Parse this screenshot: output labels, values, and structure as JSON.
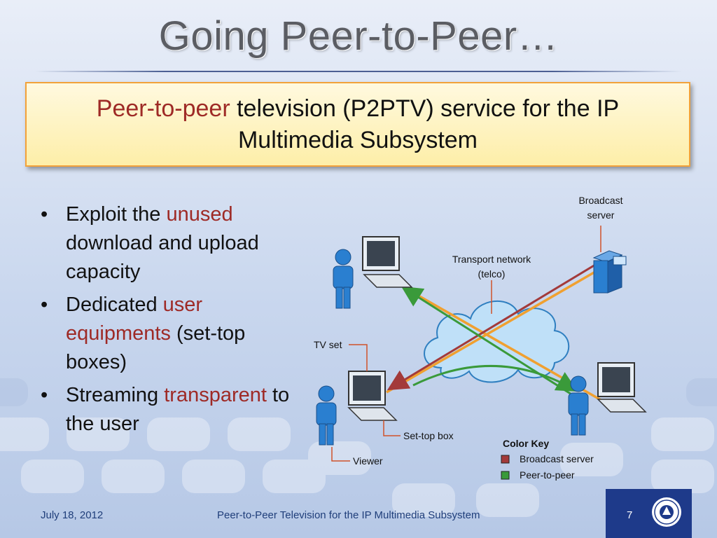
{
  "slide": {
    "title": "Going Peer-to-Peer…",
    "callout": {
      "highlight": "Peer-to-peer",
      "rest": " television (P2PTV) service for the IP Multimedia Subsystem"
    },
    "bullets": [
      {
        "pre": "Exploit the ",
        "hl": "unused",
        "post": " download and upload capacity"
      },
      {
        "pre": "Dedicated ",
        "hl": "user equipments",
        "post": " (set-top boxes)"
      },
      {
        "pre": "Streaming ",
        "hl": "transparent",
        "post": " to the user"
      }
    ]
  },
  "diagram": {
    "labels": {
      "broadcast_server_1": "Broadcast",
      "broadcast_server_2": "server",
      "transport_1": "Transport network",
      "transport_2": "(telco)",
      "tv_set": "TV set",
      "set_top_box": "Set-top box",
      "viewer": "Viewer"
    },
    "color_key": {
      "title": "Color Key",
      "items": [
        {
          "label": "Broadcast server",
          "color": "#a33a3a"
        },
        {
          "label": "Peer-to-peer",
          "color": "#3a9a3a"
        }
      ]
    },
    "colors": {
      "broadcast": "#a33a3a",
      "p2p": "#3a9a3a",
      "transport": "#f0a030",
      "cloud": "#bfe0f8",
      "device": "#2a7fd0"
    }
  },
  "footer": {
    "date": "July 18, 2012",
    "title": "Peer-to-Peer Television for the IP Multimedia Subsystem",
    "page": "7"
  }
}
